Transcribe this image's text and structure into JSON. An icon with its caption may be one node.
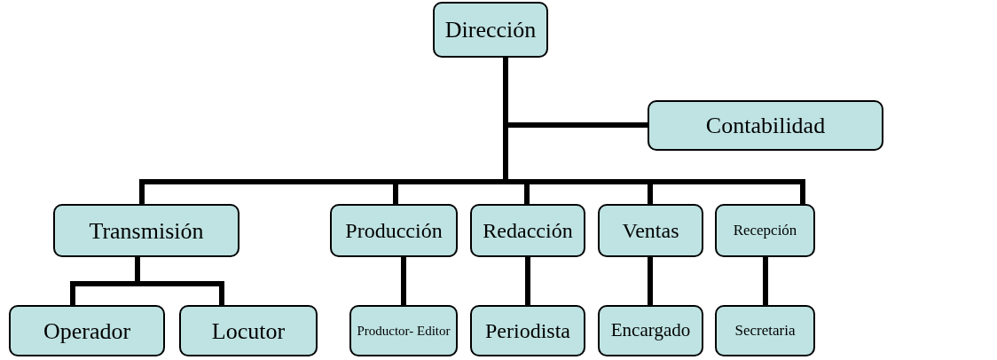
{
  "diagram": {
    "nodes": [
      {
        "text": [
          "Dirección"
        ]
      },
      {
        "text": [
          "Contabilidad"
        ]
      },
      {
        "text": [
          "Transmisión"
        ]
      },
      {
        "text": [
          "Producción"
        ]
      },
      {
        "text": [
          "Redacción"
        ]
      },
      {
        "text": [
          "Ventas"
        ]
      },
      {
        "text": [
          "Recepción"
        ]
      },
      {
        "text": [
          "Operador"
        ]
      },
      {
        "text": [
          "Locutor"
        ]
      },
      {
        "text": [
          "Productor- Editor"
        ]
      },
      {
        "text": [
          "Periodista"
        ]
      },
      {
        "text": [
          "Encargado"
        ]
      },
      {
        "text": [
          "Secretaria"
        ]
      }
    ],
    "edges": [
      {
        "from": 0,
        "to": 1,
        "arrow": "none"
      },
      {
        "from": 0,
        "to": 2,
        "arrow": "none"
      },
      {
        "from": 0,
        "to": 3,
        "arrow": "none"
      },
      {
        "from": 0,
        "to": 4,
        "arrow": "none"
      },
      {
        "from": 0,
        "to": 5,
        "arrow": "none"
      },
      {
        "from": 0,
        "to": 6,
        "arrow": "none"
      },
      {
        "from": 2,
        "to": 7,
        "arrow": "none"
      },
      {
        "from": 2,
        "to": 8,
        "arrow": "none"
      },
      {
        "from": 3,
        "to": 9,
        "arrow": "none"
      },
      {
        "from": 4,
        "to": 10,
        "arrow": "none"
      },
      {
        "from": 5,
        "to": 11,
        "arrow": "none"
      },
      {
        "from": 6,
        "to": 12,
        "arrow": "none"
      }
    ]
  }
}
